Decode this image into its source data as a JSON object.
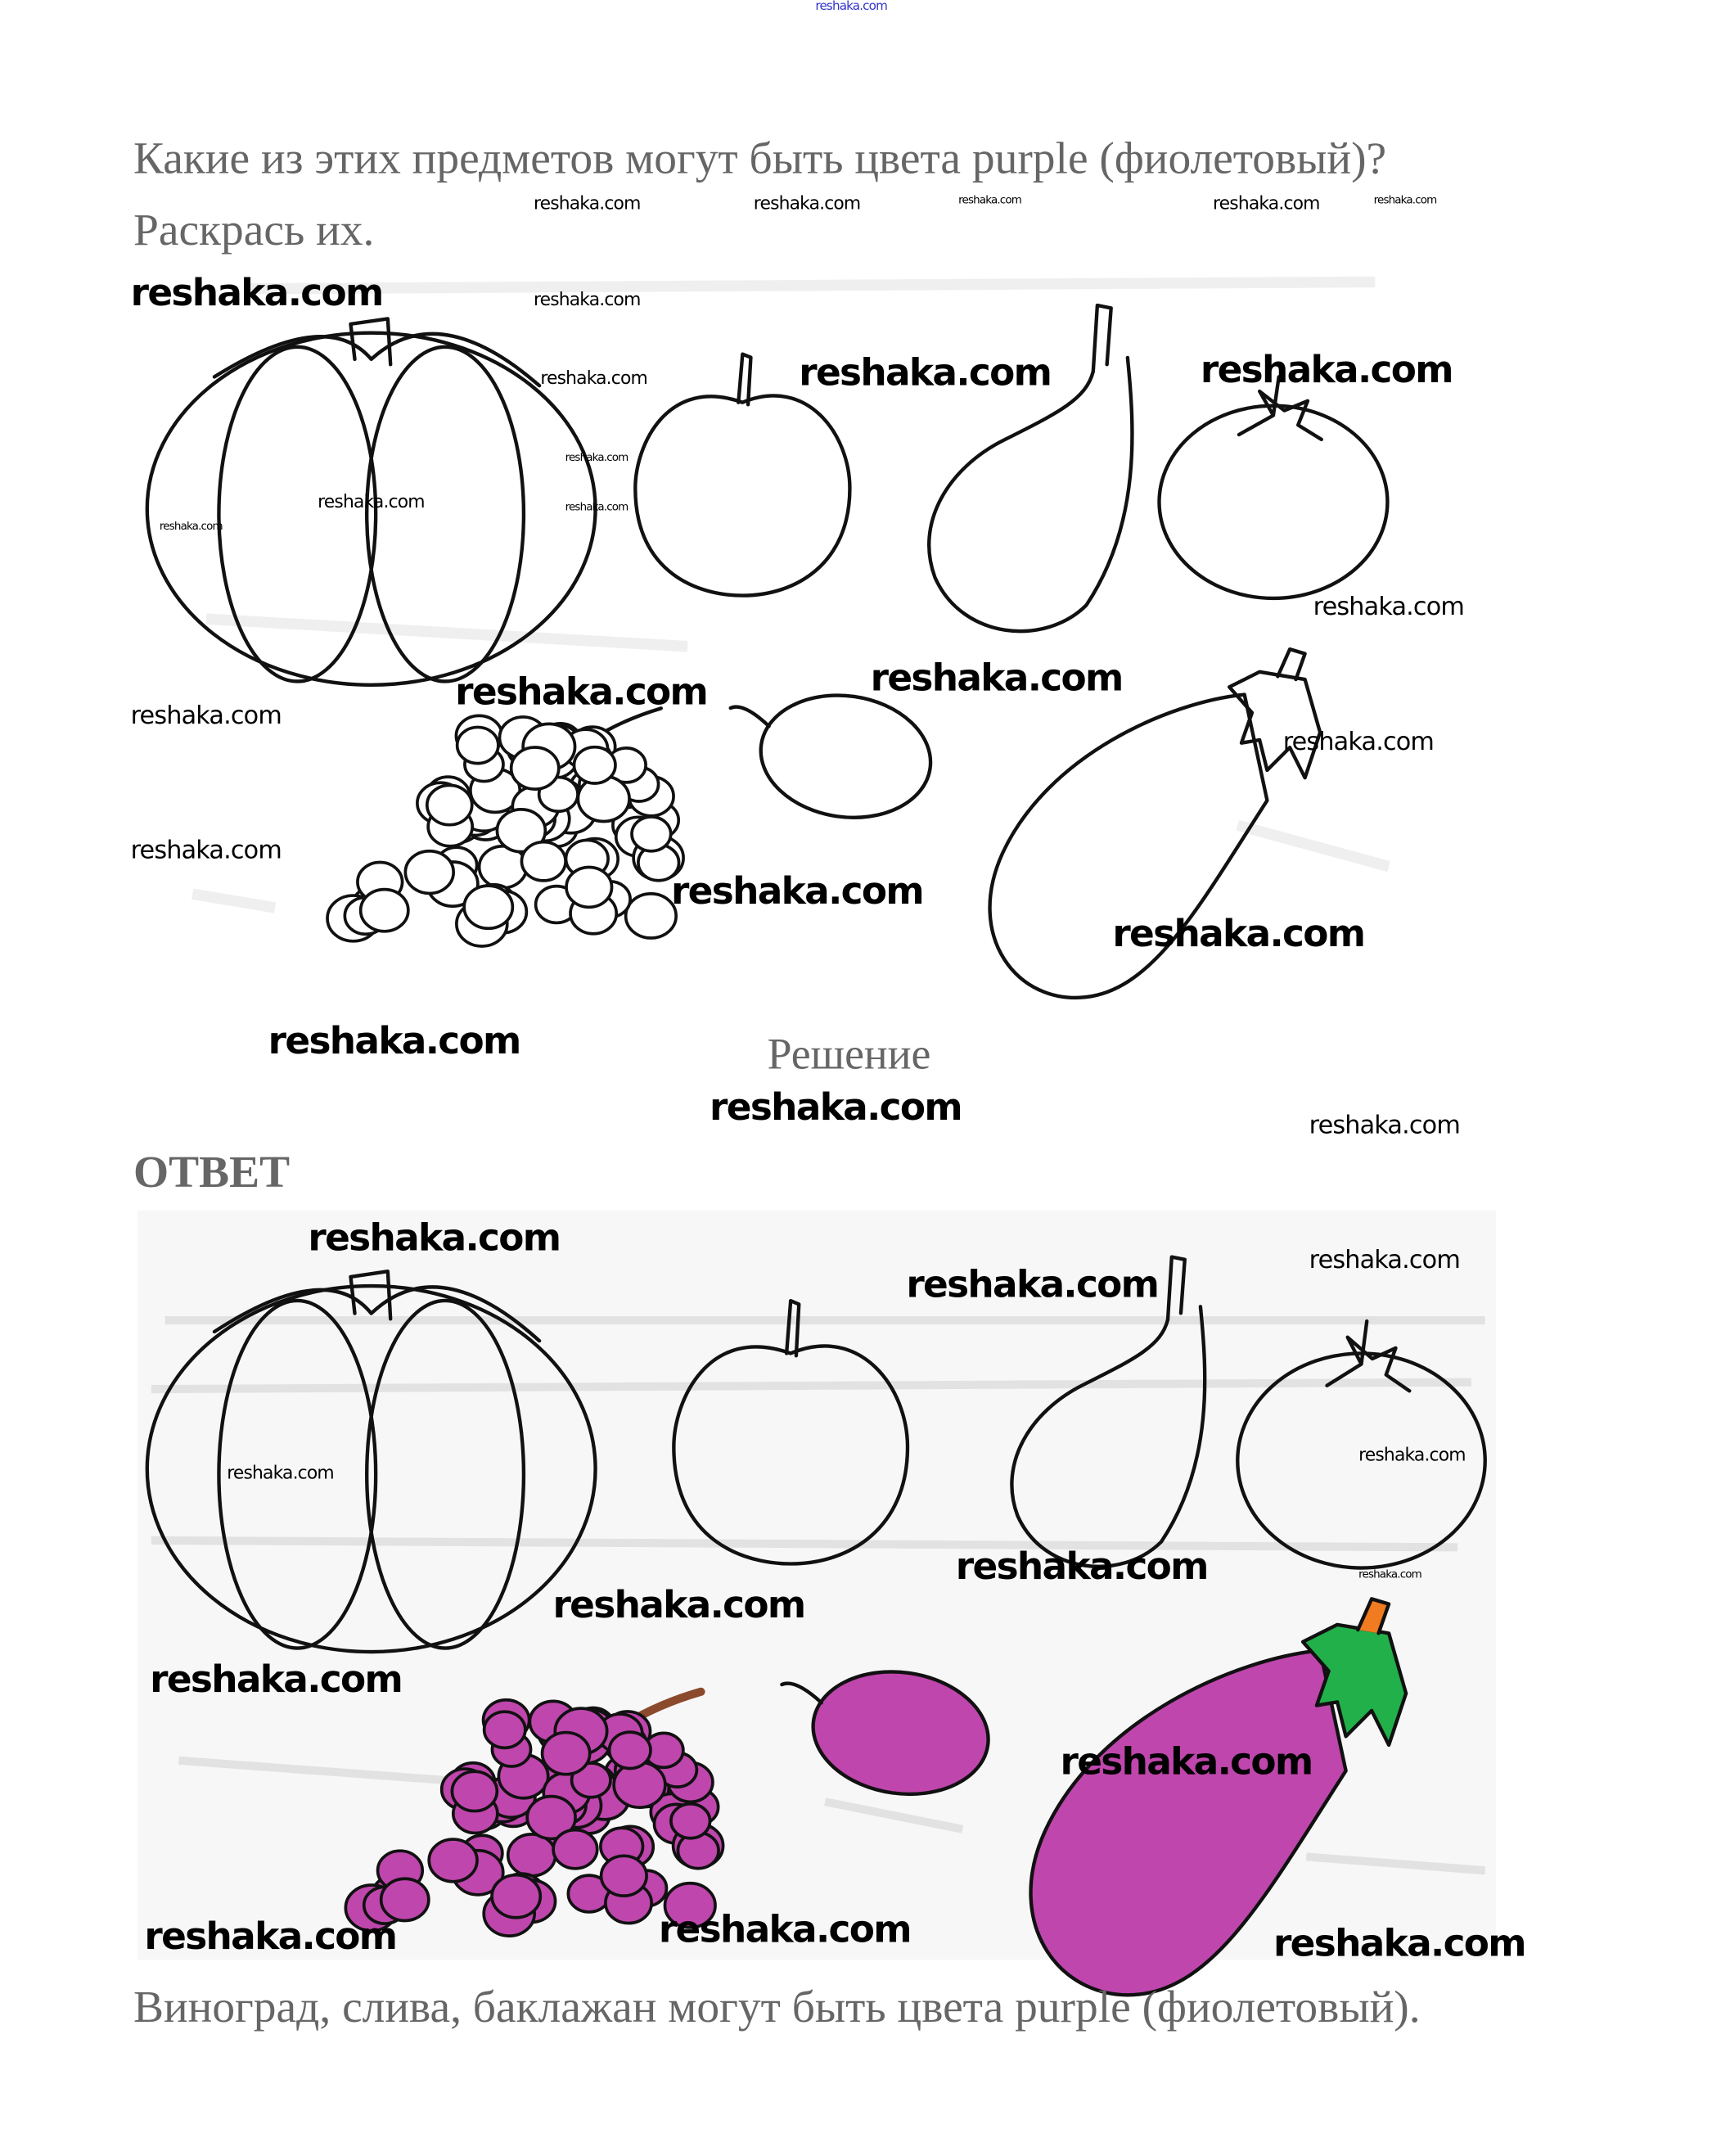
{
  "header": {
    "site_watermark": "reshaka.com"
  },
  "task": {
    "question_line1": "Какие из этих предметов могут быть цвета purple (фиолетовый)?",
    "question_line2": "Раскрась их."
  },
  "solution": {
    "heading": "Решение",
    "answer_label": "ОТВЕТ",
    "answer_text": "Виноград, слива, баклажан могут быть цвета purple (фиолетовый)."
  },
  "watermark_text": "reshaka.com",
  "colors": {
    "purple": "#bf46ac",
    "leaf_green": "#22b04a",
    "stem_orange": "#f07b20",
    "text_gray": "#666666",
    "link_blue": "#3333cc"
  }
}
